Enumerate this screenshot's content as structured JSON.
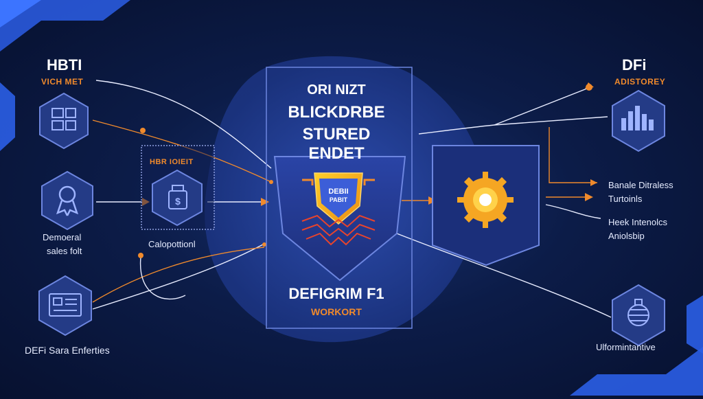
{
  "colors": {
    "accent": "#f08a2c",
    "line": "#e8ecff",
    "node_fill": "#243b86",
    "node_border": "#6d86e0",
    "corner_blue": "#2b5ee6"
  },
  "left": {
    "title": "HBTI",
    "subtitle": "VICH MET",
    "node1_icon": "dashboard-icon",
    "node2_icon": "medal-icon",
    "node2_label_line1": "Demoeral",
    "node2_label_line2": "sales folt",
    "node3_icon": "document-icon",
    "node3_label": "DEFi Sara Enferties"
  },
  "middle_box": {
    "title": "HBR IOIEIT",
    "icon": "money-bag-icon",
    "caption": "Calopottionl"
  },
  "center": {
    "line1": "ORI NIZT",
    "line2": "BLICKDRBE",
    "line3": "STURED",
    "line4": "ENDET",
    "badge_text_line1": "DEBII",
    "badge_text_line2": "PABIT",
    "badge_icon": "shield-icon",
    "bottom_title": "DEFIGRIM F1",
    "bottom_subtitle": "WORKORT"
  },
  "gear_box": {
    "icon": "gear-icon"
  },
  "right": {
    "title": "DFi",
    "subtitle": "ADISTOREY",
    "node1_icon": "bar-chart-icon",
    "label1_line1": "Banale Ditraless",
    "label1_line2": "Turtoinls",
    "label2_line1": "Heek Intenolcs",
    "label2_line2": "Aniolsbip",
    "node2_icon": "globe-icon",
    "node2_label": "Ulformintantive"
  }
}
